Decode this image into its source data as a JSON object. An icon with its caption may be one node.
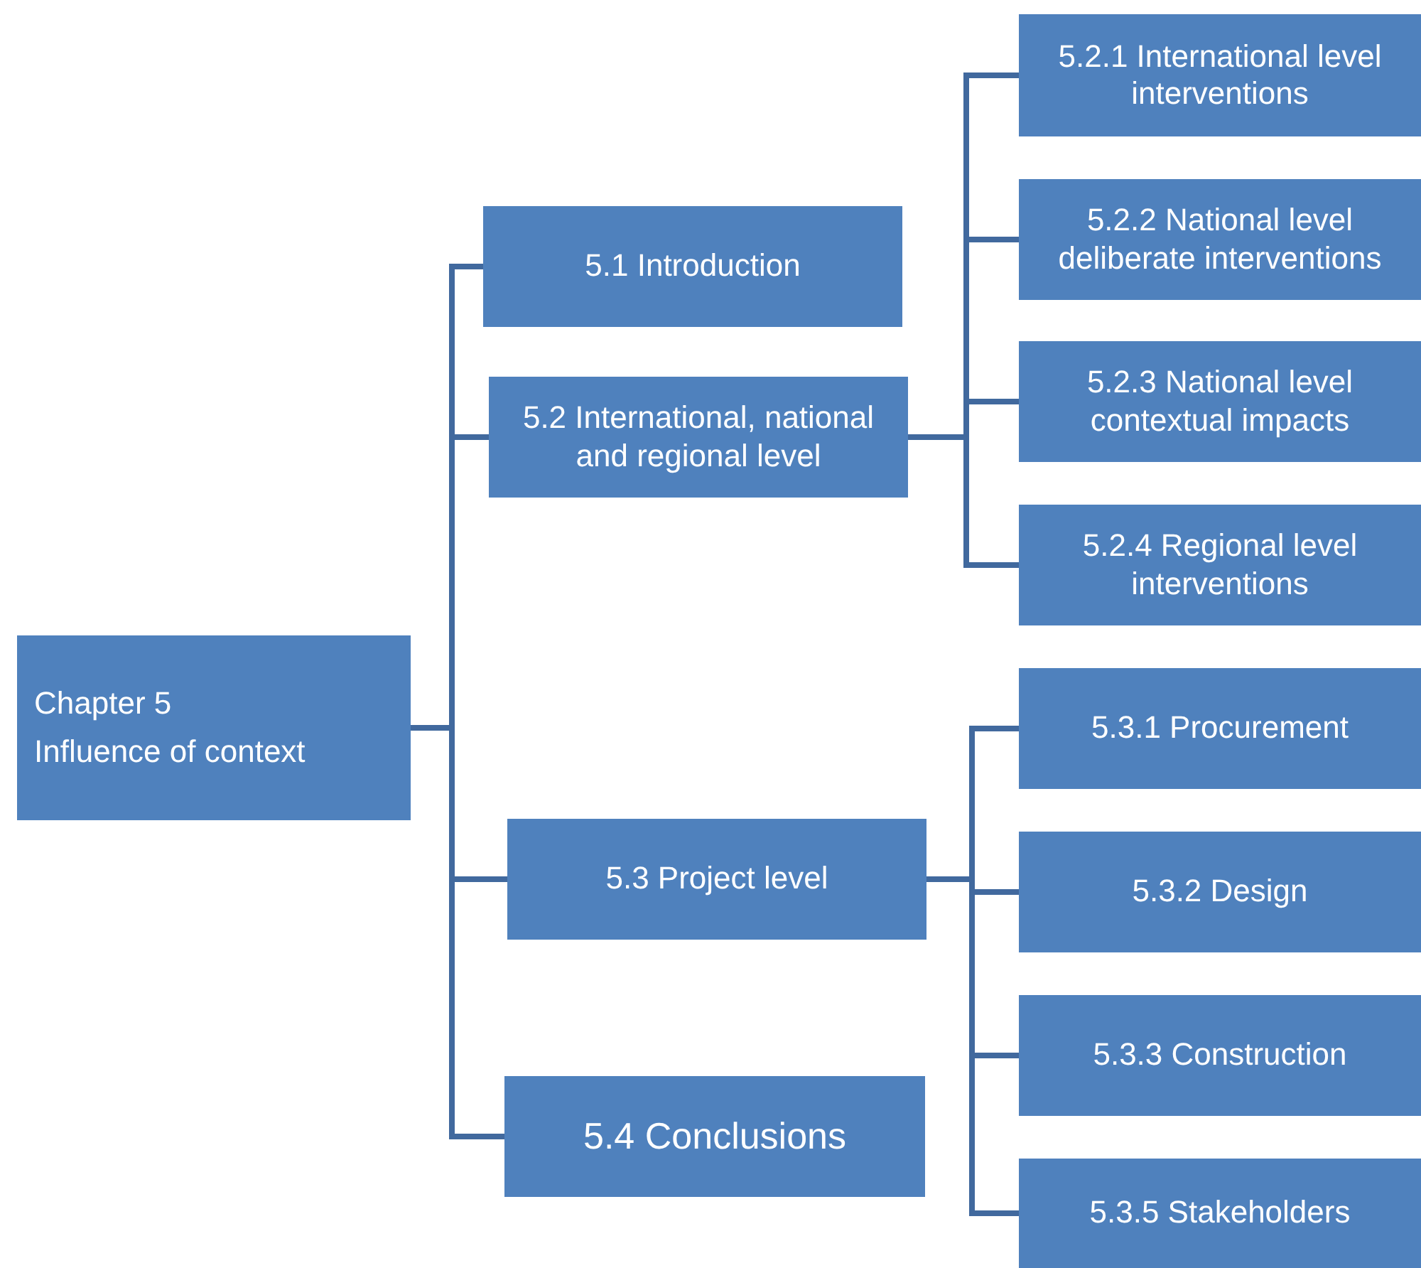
{
  "diagram": {
    "nodes": [
      {
        "text": [
          "Chapter 5",
          "Influence of context"
        ]
      },
      {
        "text": [
          "5.1 Introduction"
        ]
      },
      {
        "text": [
          "5.2 International, national and regional level"
        ]
      },
      {
        "text": [
          "5.3 Project level"
        ]
      },
      {
        "text": [
          "5.4 Conclusions"
        ]
      },
      {
        "text": [
          "5.2.1 International level interventions"
        ]
      },
      {
        "text": [
          "5.2.2 National level deliberate interventions"
        ]
      },
      {
        "text": [
          "5.2.3 National level contextual impacts"
        ]
      },
      {
        "text": [
          "5.2.4 Regional level interventions"
        ]
      },
      {
        "text": [
          "5.3.1 Procurement"
        ]
      },
      {
        "text": [
          "5.3.2 Design"
        ]
      },
      {
        "text": [
          "5.3.3 Construction"
        ]
      },
      {
        "text": [
          "5.3.5 Stakeholders"
        ]
      }
    ],
    "edges": [
      {
        "from": 0,
        "to": 1,
        "arrow": "none"
      },
      {
        "from": 0,
        "to": 2,
        "arrow": "none"
      },
      {
        "from": 0,
        "to": 3,
        "arrow": "none"
      },
      {
        "from": 0,
        "to": 4,
        "arrow": "none"
      },
      {
        "from": 2,
        "to": 5,
        "arrow": "none"
      },
      {
        "from": 2,
        "to": 6,
        "arrow": "none"
      },
      {
        "from": 2,
        "to": 7,
        "arrow": "none"
      },
      {
        "from": 2,
        "to": 8,
        "arrow": "none"
      },
      {
        "from": 3,
        "to": 9,
        "arrow": "none"
      },
      {
        "from": 3,
        "to": 10,
        "arrow": "none"
      },
      {
        "from": 3,
        "to": 11,
        "arrow": "none"
      },
      {
        "from": 3,
        "to": 12,
        "arrow": "none"
      }
    ]
  }
}
